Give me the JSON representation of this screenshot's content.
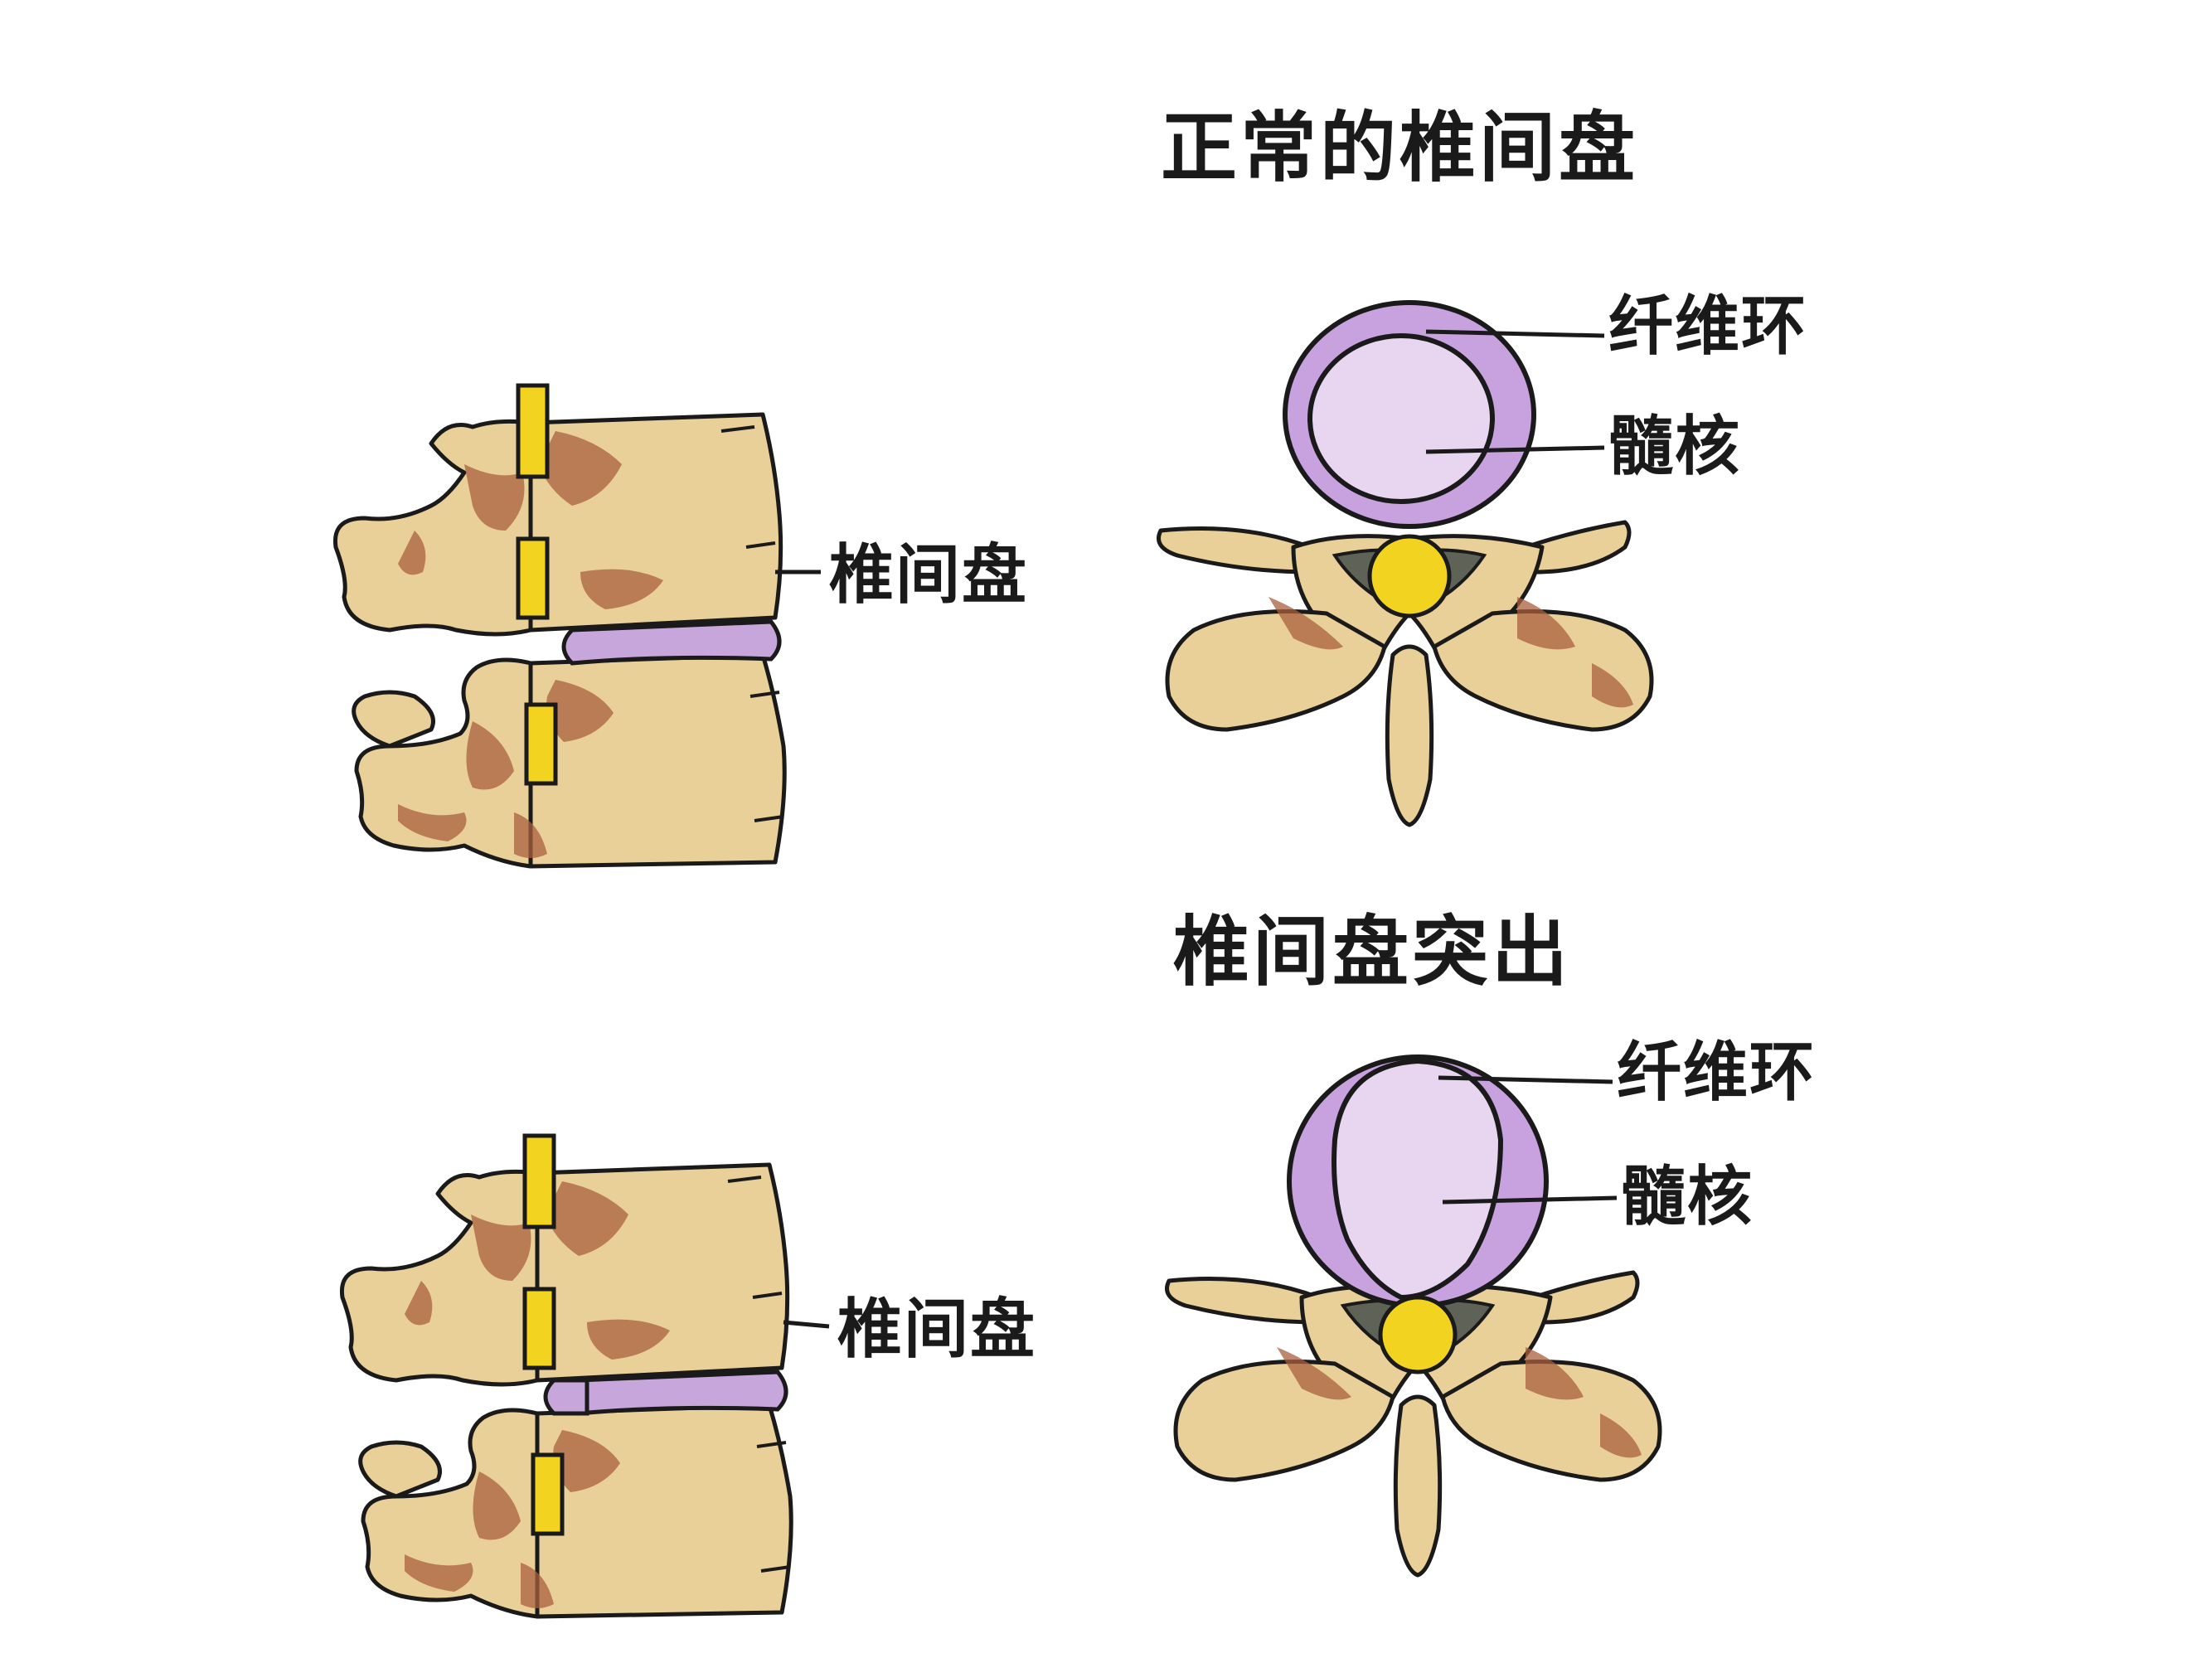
{
  "normal": {
    "title": "正常的椎间盘",
    "side_label": "椎间盘",
    "annulus_label": "纤维环",
    "nucleus_label": "髓核"
  },
  "herniated": {
    "title": "椎间盘突出",
    "side_label": "椎间盘",
    "annulus_label": "纤维环",
    "nucleus_label": "髓核"
  },
  "colors": {
    "bone": "#e9cf98",
    "bone_shade": "#a9603d",
    "annulus": "#c8a2de",
    "nucleus": "#e8d6f1",
    "spinal_cord": "#f2d420",
    "outline": "#1a1a1a",
    "background": "#ffffff"
  }
}
